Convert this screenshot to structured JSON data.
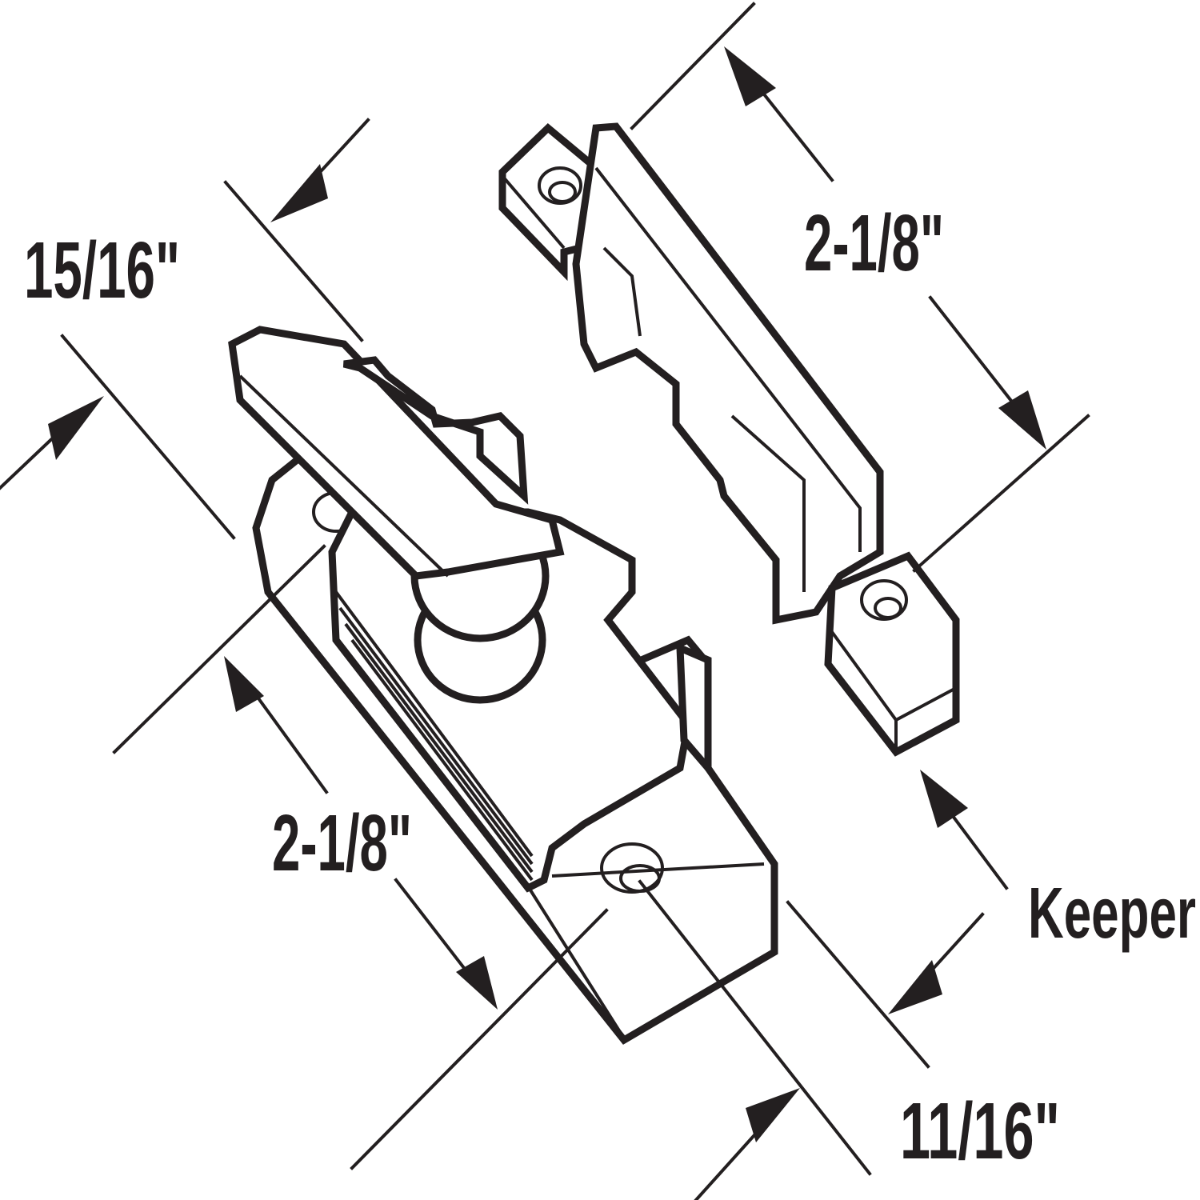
{
  "diagram": {
    "stroke_color": "#231f20",
    "background": "#ffffff",
    "labels": {
      "lock_width": "15/16\"",
      "lock_length": "2-1/8\"",
      "keeper_length": "2-1/8\"",
      "keeper_height": "11/16\"",
      "keeper_name": "Keeper"
    }
  }
}
